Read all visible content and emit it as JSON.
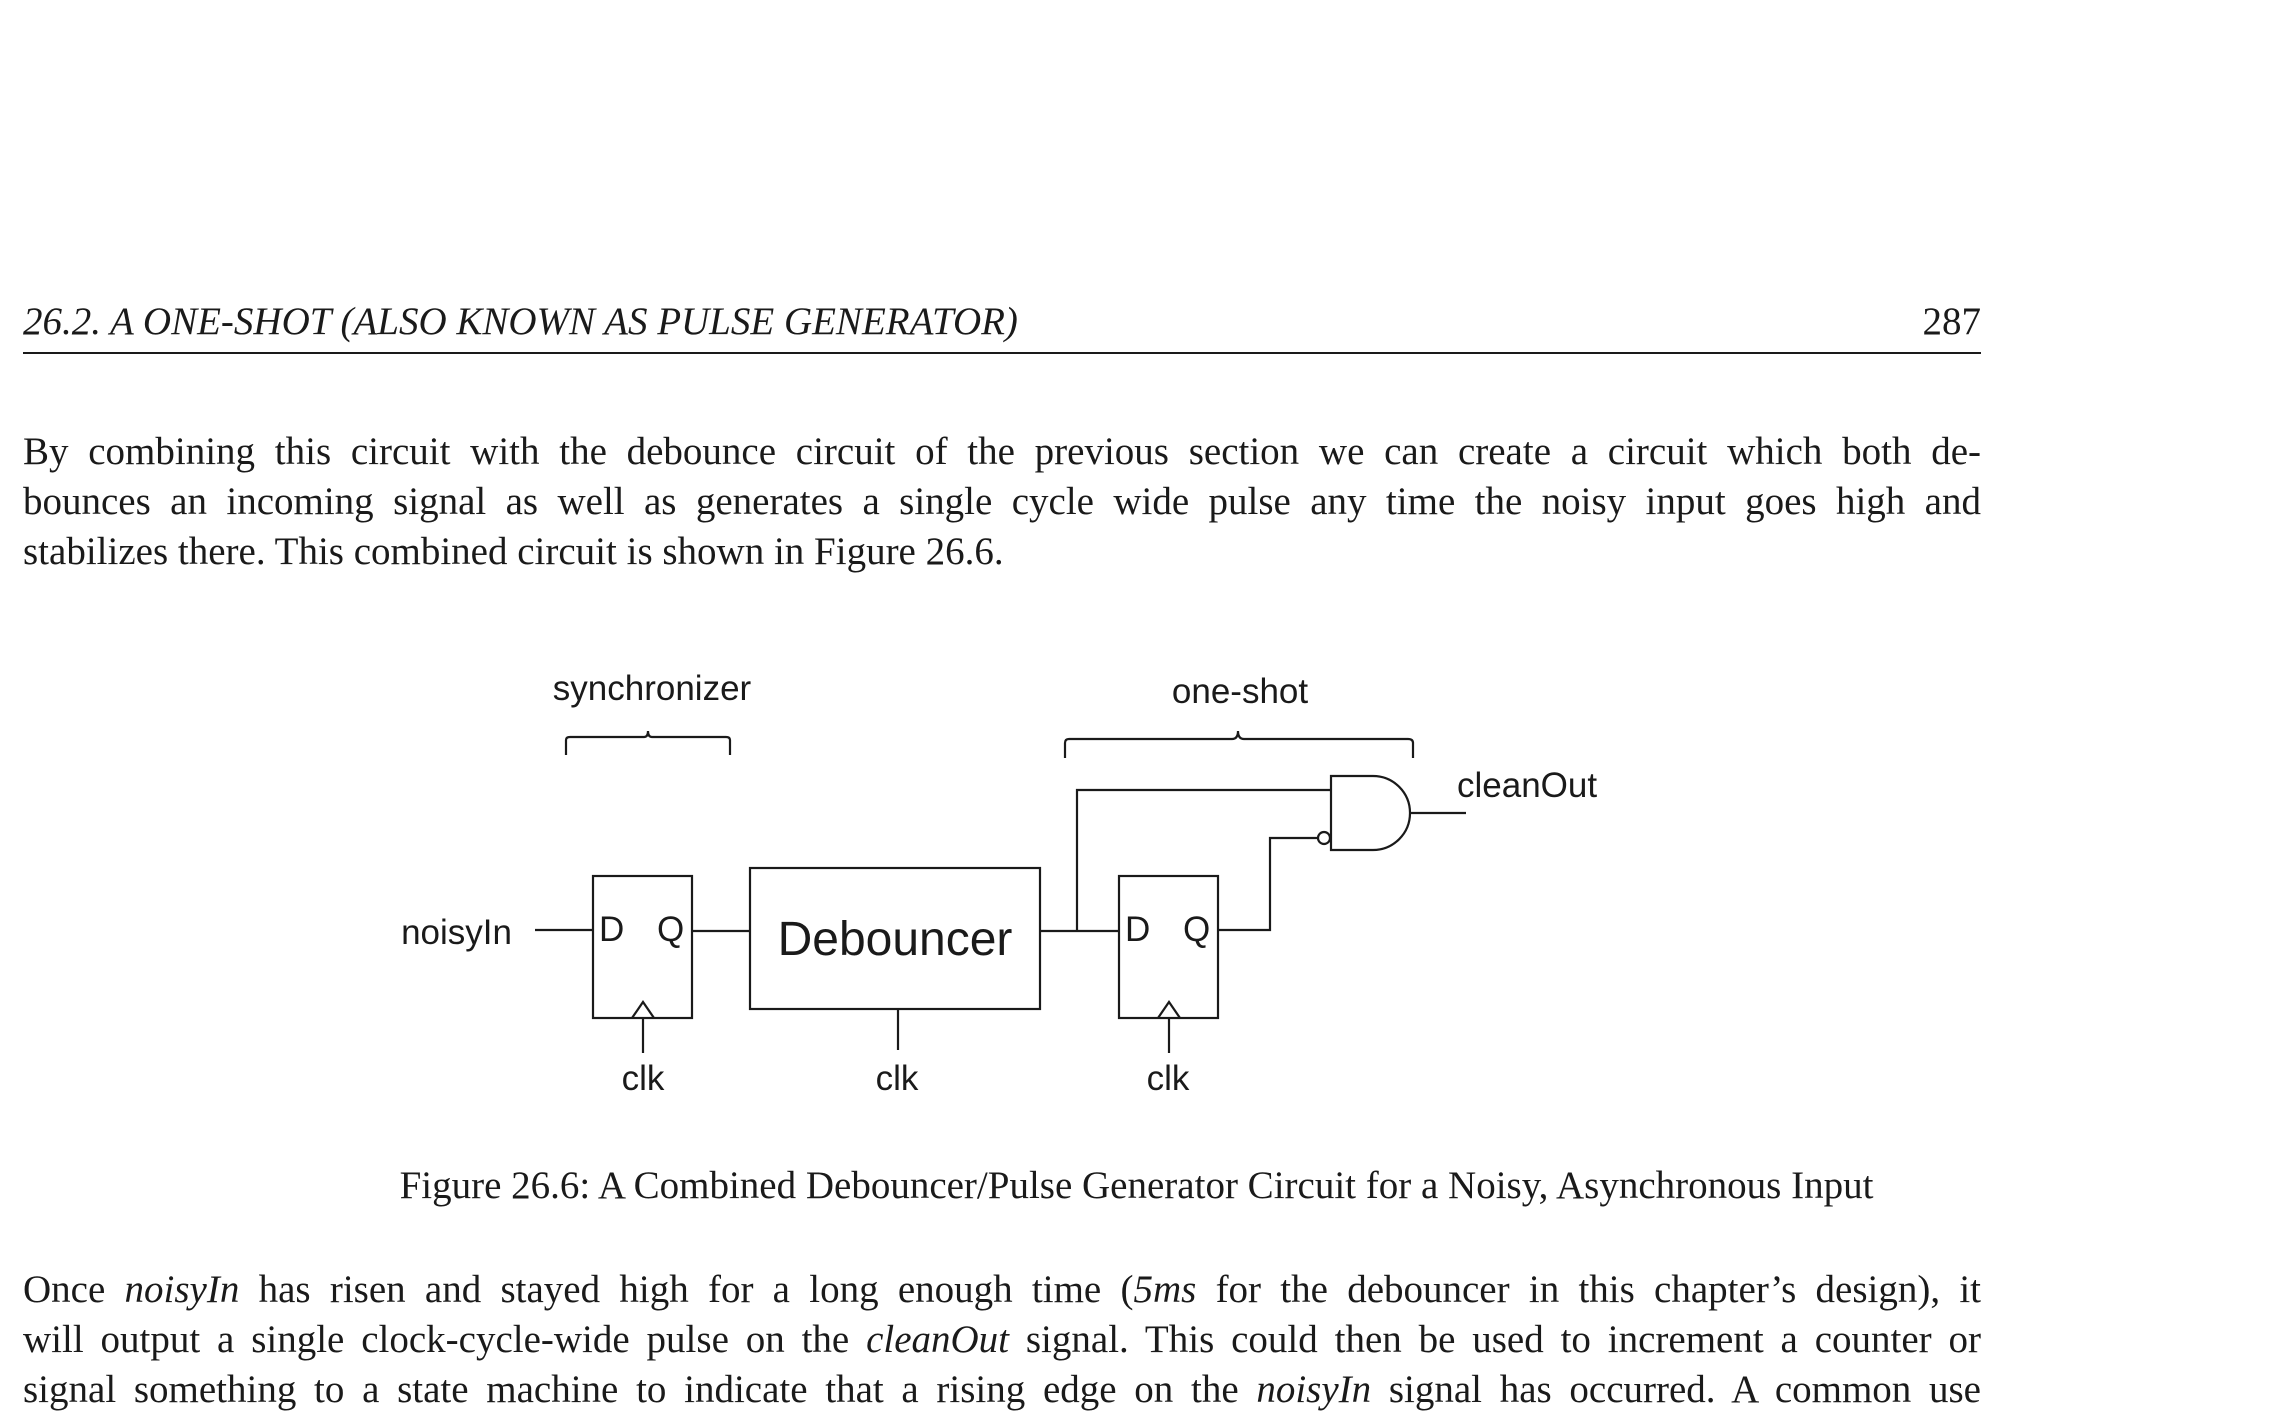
{
  "header": {
    "section_title": "26.2.  A ONE-SHOT (ALSO KNOWN AS PULSE GENERATOR)",
    "page_number": "287"
  },
  "para1": {
    "lines": [
      "By combining this circuit with the debounce circuit of the previous section we can create a circuit which both de-",
      "bounces an incoming signal as well as generates a single cycle wide pulse any time the noisy input goes high and",
      "stabilizes there. This combined circuit is shown in Figure 26.6."
    ]
  },
  "figure": {
    "labels": {
      "synchronizer": "synchronizer",
      "one_shot": "one-shot",
      "clean_out": "cleanOut",
      "noisy_in": "noisyIn",
      "debouncer": "Debouncer",
      "ff1_d": "D",
      "ff1_q": "Q",
      "ff2_d": "D",
      "ff2_q": "Q",
      "clk1": "clk",
      "clk2": "clk",
      "clk3": "clk"
    },
    "caption": "Figure 26.6: A Combined Debouncer/Pulse Generator Circuit for a Noisy, Asynchronous Input"
  },
  "para2": {
    "line1": {
      "a": "Once ",
      "b": "noisyIn",
      "c": " has risen and stayed high for a long enough time (",
      "d": "5ms",
      "e": " for the debouncer in this chapter’s design), it"
    },
    "line2": {
      "a": "will output a single clock-cycle-wide pulse on the ",
      "b": "cleanOut",
      "c": " signal. This could then be used to increment a counter or"
    },
    "line3": {
      "a": "signal something to a state machine to indicate that a rising edge on the ",
      "b": "noisyIn",
      "c": " signal has occurred.  A common use"
    }
  }
}
